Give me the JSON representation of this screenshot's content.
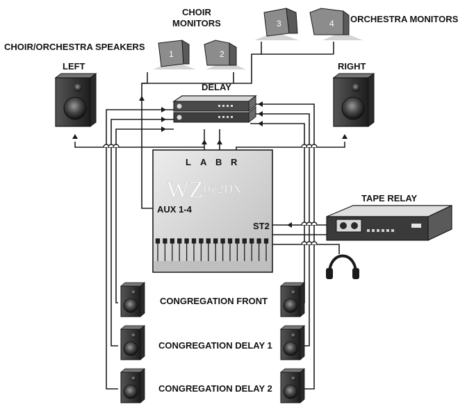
{
  "labels": {
    "choir_orchestra_speakers": "CHOIR/ORCHESTRA SPEAKERS",
    "left": "LEFT",
    "right": "RIGHT",
    "choir_monitors_1": "CHOIR",
    "choir_monitors_2": "MONITORS",
    "orchestra_monitors": "ORCHESTRA MONITORS",
    "delay": "DELAY",
    "tape_relay": "TAPE RELAY",
    "aux": "AUX 1-4",
    "st2": "ST2",
    "congregation_front": "CONGREGATION FRONT",
    "congregation_delay_1": "CONGREGATION DELAY 1",
    "congregation_delay_2": "CONGREGATION DELAY 2"
  },
  "mixer": {
    "channels": [
      "L",
      "A",
      "B",
      "R"
    ],
    "logo_main": "WZ",
    "logo_model": "16:2DX"
  },
  "monitors": [
    "1",
    "2",
    "3",
    "4"
  ],
  "colors": {
    "line": "#1a1a1a",
    "mixer_fill": "#d4d4d4",
    "speaker_dark": "#2e2e2e",
    "monitor_fill": "#8a8a8a"
  }
}
